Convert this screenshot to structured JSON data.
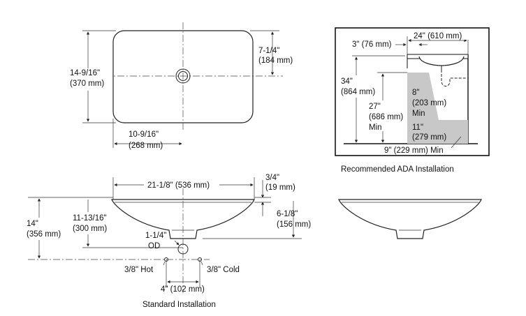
{
  "top_view": {
    "length_label_1": "14-9/16\"",
    "length_label_2": "(370 mm)",
    "drain_offset_label_1": "7-1/4\"",
    "drain_offset_label_2": "(184 mm)",
    "width_half_label_1": "10-9/16\"",
    "width_half_label_2": "(268 mm)"
  },
  "side_view": {
    "overall_label": "21-1/8\" (536 mm)",
    "rim_label_1": "3/4\"",
    "rim_label_2": "(19 mm)",
    "depth_label_1": "6-1/8\"",
    "depth_label_2": "(156 mm)",
    "height_label_1": "14\"",
    "height_label_2": "(356 mm)",
    "drain_height_label_1": "11-13/16\"",
    "drain_height_label_2": "(300 mm)",
    "od_label_1": "1-1/4\"",
    "od_label_2": "OD",
    "hot_label": "3/8\" Hot",
    "cold_label": "3/8\" Cold",
    "supply_spacing_label": "4\" (102 mm)",
    "caption": "Standard Installation"
  },
  "ada": {
    "counter_label": "24\" (610 mm)",
    "setback_label": "3\" (76 mm)",
    "rim_height_label_1": "34\"",
    "rim_height_label_2": "(864 mm)",
    "knee_height_label_1": "27\"",
    "knee_height_label_2": "(686 mm)",
    "knee_height_label_3": "Min",
    "knee_depth_label_1": "8\"",
    "knee_depth_label_2": "(203 mm)",
    "knee_depth_label_3": "Min",
    "toe_label_1": "11\"",
    "toe_label_2": "(279 mm)",
    "toe_depth_label": "9\" (229 mm) Min",
    "caption": "Recommended ADA Installation"
  }
}
